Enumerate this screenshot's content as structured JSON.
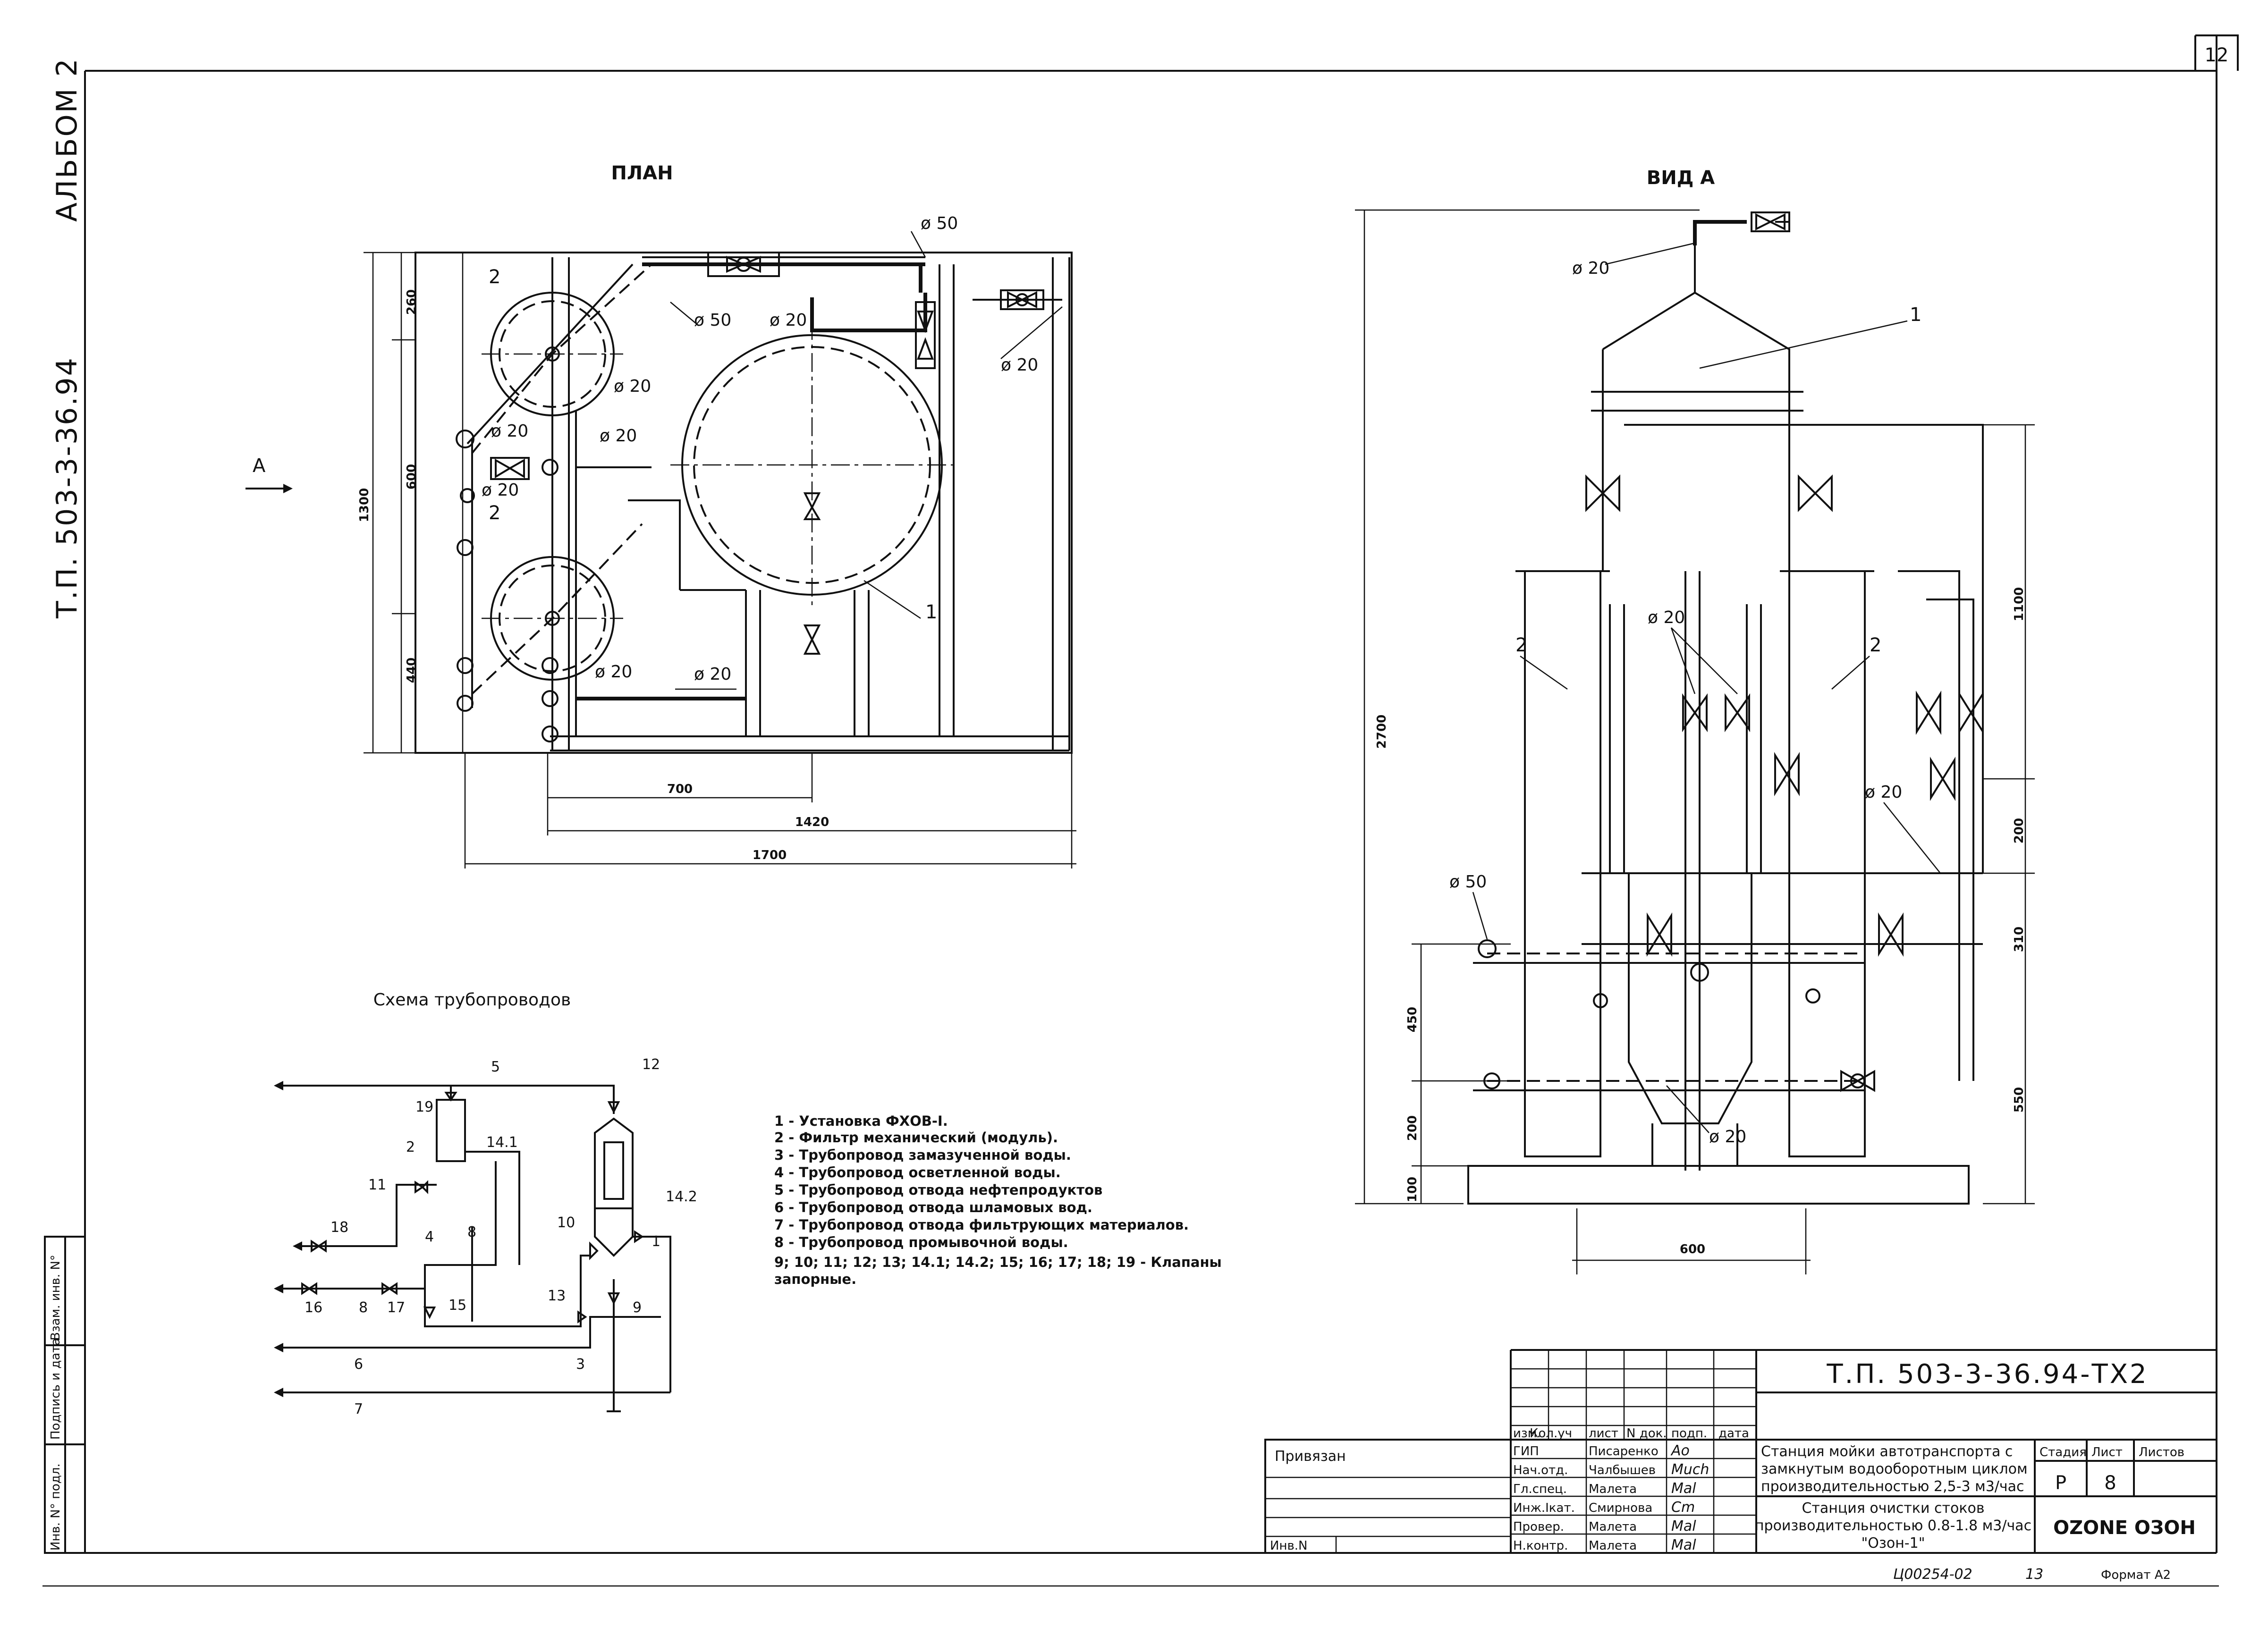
{
  "sheet": {
    "page_number": "12",
    "format": "Формат А2",
    "archive_note": "Ц00254-02",
    "archive_note2": "13"
  },
  "side_left": {
    "album": "АЛЬБОМ 2",
    "code": "Т.П. 503-3-36.94"
  },
  "left_stamp": [
    "Инв. N° подл.",
    "Подпись и дата",
    "Взам. инв. N°"
  ],
  "plan": {
    "title": "ПЛАН",
    "view_arrow": "А",
    "dims": {
      "d260": "260",
      "d600": "600",
      "d440": "440",
      "d1300": "1300",
      "d700": "700",
      "d1420": "1420",
      "d1700": "1700"
    },
    "labels": {
      "phi50": "ø 50",
      "phi20": "ø 20"
    },
    "numbers": {
      "n1": "1",
      "n2": "2"
    }
  },
  "view_a": {
    "title": "ВИД А",
    "dims": {
      "d2700": "2700",
      "d1100": "1100",
      "d200": "200",
      "d310": "310",
      "d450": "450",
      "d550": "550",
      "d100": "100",
      "d600": "600"
    },
    "labels": {
      "phi20": "ø 20",
      "phi50": "ø 50"
    },
    "numbers": {
      "n1": "1",
      "n2": "2"
    }
  },
  "scheme": {
    "title": "Схема трубопроводов",
    "numbers": [
      "1",
      "2",
      "3",
      "4",
      "5",
      "6",
      "7",
      "8",
      "9",
      "10",
      "11",
      "12",
      "13",
      "14.1",
      "14.2",
      "15",
      "16",
      "17",
      "18",
      "19"
    ]
  },
  "legend": [
    "1 - Установка ФХОВ-I.",
    "2 - Фильтр механический (модуль).",
    "3 - Трубопровод замазученной воды.",
    "4 - Трубопровод осветленной воды.",
    "5 - Трубопровод отвода нефтепродуктов",
    "6 - Трубопровод отвода шламовых вод.",
    "7 - Трубопровод отвода фильтрующих материалов.",
    "8 - Трубопровод промывочной воды.",
    "9; 10; 11; 12; 13; 14.1; 14.2; 15; 16; 17; 18; 19 - Клапаны",
    "запорные."
  ],
  "titleblock": {
    "code": "Т.П. 503-3-36.94-ТХ2",
    "privyazan": "Привязан",
    "inv": "Инв.N",
    "header": [
      "изм.",
      "Кол.уч",
      "лист",
      "N док.",
      "подп.",
      "дата"
    ],
    "roles": [
      {
        "role": "ГИП",
        "name": "Писаренко",
        "sign": "Ao"
      },
      {
        "role": "Нач.отд.",
        "name": "Чалбышев",
        "sign": "Much"
      },
      {
        "role": "Гл.спец.",
        "name": "Малета",
        "sign": "Mal"
      },
      {
        "role": "Инж.Iкат.",
        "name": "Смирнова",
        "sign": "Cm"
      },
      {
        "role": "Провер.",
        "name": "Малета",
        "sign": "Mal"
      },
      {
        "role": "Н.контр.",
        "name": "Малета",
        "sign": "Mal"
      }
    ],
    "project_line1": "Станция мойки автотранспорта с",
    "project_line2": "замкнутым водооборотным циклом",
    "project_line3": "производительностью 2,5-3 м3/час",
    "sheet_line1": "Станция очистки стоков",
    "sheet_line2": "производительностью 0.8-1.8 м3/час",
    "sheet_line3": "\"Озон-1\"",
    "stadia_label": "Стадия",
    "list_label": "Лист",
    "listov_label": "Листов",
    "stadia": "Р",
    "list": "8",
    "listov": "",
    "logo": "OZONE ОЗОН"
  }
}
